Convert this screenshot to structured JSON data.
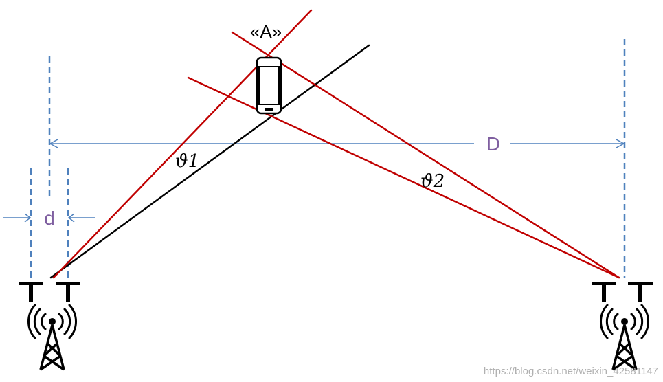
{
  "diagram": {
    "labels": {
      "target": "«A»",
      "angle_1": "ϑ1",
      "angle_2": "ϑ2",
      "distance_large": "D",
      "distance_small": "d"
    },
    "watermark": "https://blog.csdn.net/weixin_42581147",
    "colors": {
      "measurement_line": "#4F81BD",
      "label_purple": "#7F5FA0",
      "ray_red": "#C00000",
      "ray_black": "#000000"
    },
    "icons": [
      "phone-icon",
      "antenna-tower-icon",
      "antenna-element-icon"
    ]
  }
}
